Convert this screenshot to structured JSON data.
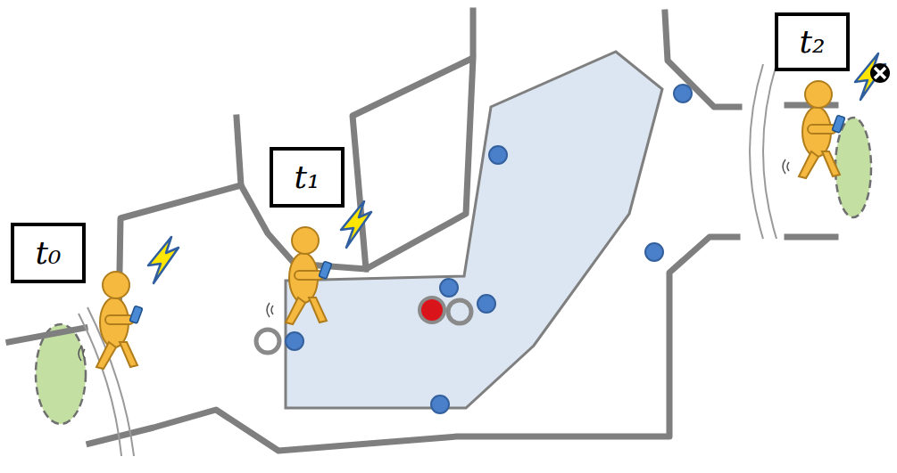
{
  "diagram": {
    "nodes": [
      {
        "text": [
          "t₀"
        ]
      },
      {
        "text": [
          "t₁"
        ]
      },
      {
        "text": [
          "t₂"
        ]
      }
    ]
  }
}
